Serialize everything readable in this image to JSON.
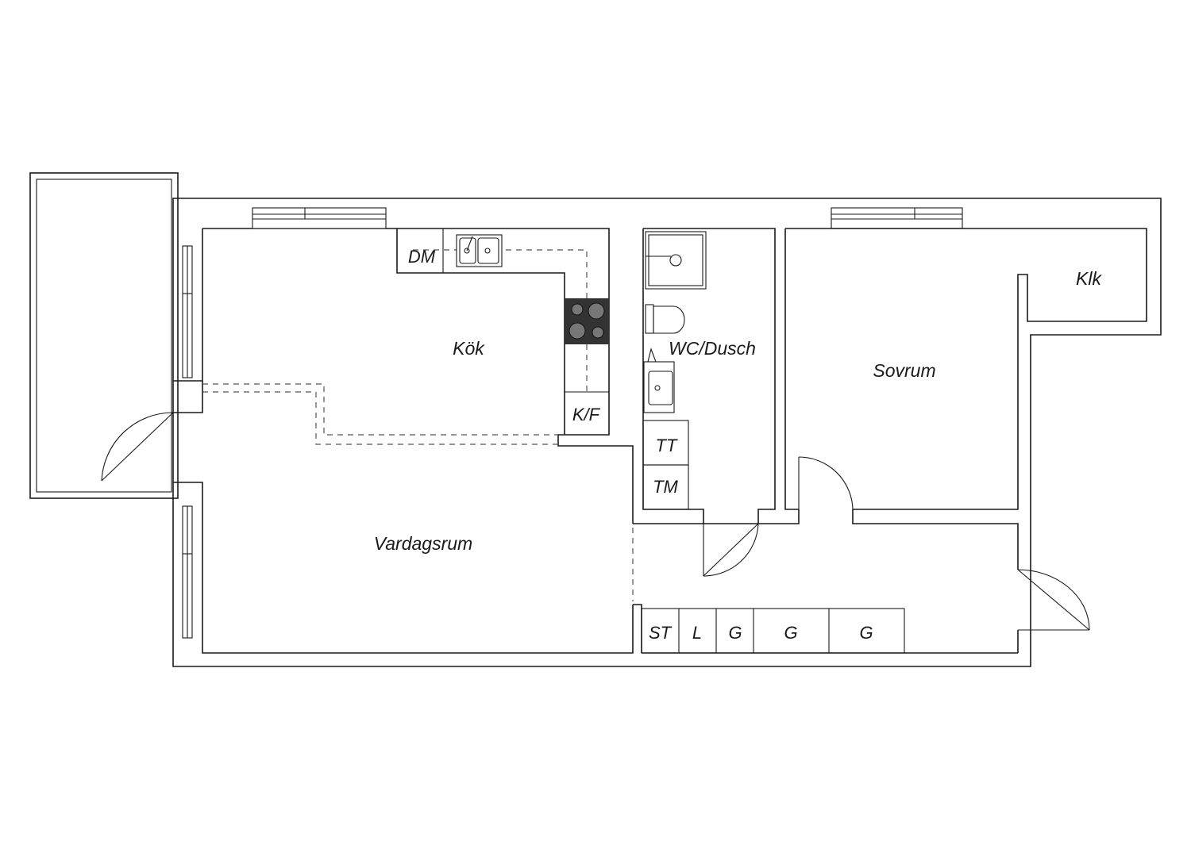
{
  "rooms": {
    "kok": "Kök",
    "vardagsrum": "Vardagsrum",
    "wc_dusch": "WC/Dusch",
    "sovrum": "Sovrum",
    "klk": "Klk"
  },
  "fixtures": {
    "dm": "DM",
    "kf": "K/F",
    "tt": "TT",
    "tm": "TM",
    "st": "ST",
    "l": "L",
    "g1": "G",
    "g2": "G",
    "g3": "G"
  },
  "colors": {
    "line": "#1a1a1a",
    "stove": "#333333",
    "background": "#ffffff"
  }
}
